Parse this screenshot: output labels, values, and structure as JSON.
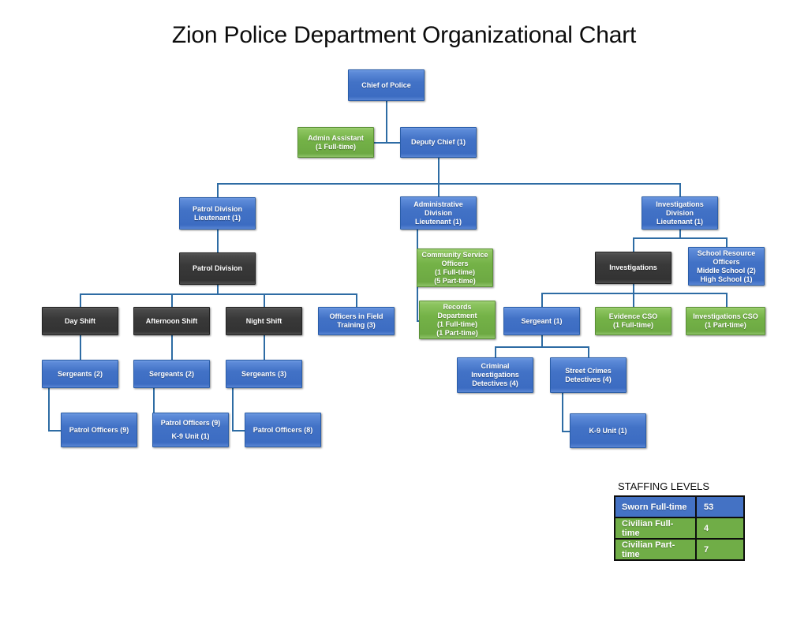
{
  "title": "Zion Police Department Organizational Chart",
  "colors": {
    "blue": "#4472C4",
    "green": "#70AD47",
    "dark": "#393939",
    "connector": "#2E6CA4",
    "text": "#FFFFFF",
    "title_text": "#0D0D0D",
    "background": "#FFFFFF",
    "table_border": "#0D0D0D"
  },
  "org": {
    "chief": {
      "label": "Chief of Police",
      "type": "blue"
    },
    "admin_assistant": {
      "label": "Admin Assistant\n(1 Full-time)",
      "line1": "Admin Assistant",
      "line2": "(1 Full-time)",
      "type": "green"
    },
    "deputy_chief": {
      "label": "Deputy Chief (1)",
      "type": "blue"
    },
    "patrol_division_lt": {
      "line1": "Patrol Division",
      "line2": "Lieutenant (1)",
      "type": "blue"
    },
    "administrative_division_lt": {
      "line1": "Administrative",
      "line2": "Division",
      "line3": "Lieutenant (1)",
      "type": "blue"
    },
    "investigations_division_lt": {
      "line1": "Investigations",
      "line2": "Division",
      "line3": "Lieutenant (1)",
      "type": "blue"
    },
    "patrol_division": {
      "label": "Patrol Division",
      "type": "dark"
    },
    "community_service_officers": {
      "line1": "Community Service",
      "line2": "Officers",
      "line3": "(1 Full-time)",
      "line4": "(5 Part-time)",
      "type": "green"
    },
    "investigations": {
      "label": "Investigations",
      "type": "dark"
    },
    "school_resource_officers": {
      "line1": "School Resource",
      "line2": "Officers",
      "line3": "Middle School (2)",
      "line4": "High School (1)",
      "type": "blue"
    },
    "day_shift": {
      "label": "Day Shift",
      "type": "dark"
    },
    "afternoon_shift": {
      "label": "Afternoon Shift",
      "type": "dark"
    },
    "night_shift": {
      "label": "Night Shift",
      "type": "dark"
    },
    "officers_in_field_training": {
      "line1": "Officers in Field",
      "line2": "Training (3)",
      "type": "blue"
    },
    "records_department": {
      "line1": "Records",
      "line2": "Department",
      "line3": "(1 Full-time)",
      "line4": "(1 Part-time)",
      "type": "green"
    },
    "sergeant_investigations": {
      "label": "Sergeant (1)",
      "type": "blue"
    },
    "evidence_cso": {
      "line1": "Evidence CSO",
      "line2": "(1 Full-time)",
      "type": "green"
    },
    "investigations_cso": {
      "line1": "Investigations CSO",
      "line2": "(1 Part-time)",
      "type": "green"
    },
    "sergeants_day": {
      "label": "Sergeants (2)",
      "type": "blue"
    },
    "sergeants_afternoon": {
      "label": "Sergeants (2)",
      "type": "blue"
    },
    "sergeants_night": {
      "label": "Sergeants (3)",
      "type": "blue"
    },
    "criminal_investigations_detectives": {
      "line1": "Criminal",
      "line2": "Investigations",
      "line3": "Detectives (4)",
      "type": "blue"
    },
    "street_crimes_detectives": {
      "line1": "Street Crimes",
      "line2": "Detectives (4)",
      "type": "blue"
    },
    "patrol_officers_day": {
      "label": "Patrol Officers (9)",
      "type": "blue"
    },
    "patrol_officers_afternoon": {
      "line1": "Patrol Officers (9)",
      "line2": "K-9 Unit (1)",
      "type": "blue"
    },
    "patrol_officers_night": {
      "label": "Patrol Officers (8)",
      "type": "blue"
    },
    "k9_unit_investigations": {
      "label": "K-9 Unit (1)",
      "type": "blue"
    }
  },
  "staffing": {
    "heading": "STAFFING LEVELS",
    "rows": [
      {
        "label": "Sworn Full-time",
        "value": "53",
        "color": "blue"
      },
      {
        "label": "Civilian Full-time",
        "value": "4",
        "color": "green"
      },
      {
        "label": "Civilian Part-time",
        "value": "7",
        "color": "green"
      }
    ]
  }
}
